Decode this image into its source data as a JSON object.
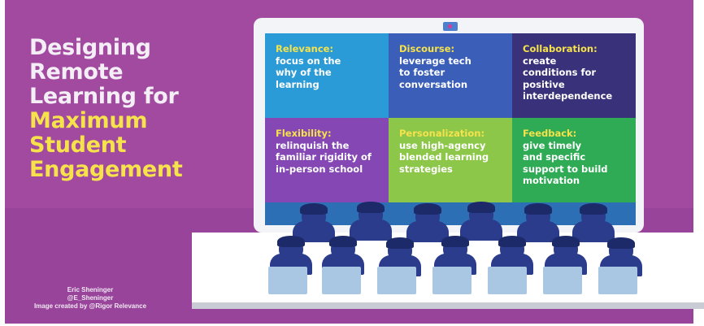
{
  "title_lines": {
    "line1": "Designing",
    "line2": "Remote",
    "line3": "Learning for",
    "line4": "Maximum",
    "line5": "Student",
    "line6": "Engagement"
  },
  "credits": {
    "author": "Eric Sheninger",
    "handle": "@E_Sheninger",
    "image_credit": "Image created by @Rigor Relevance"
  },
  "tiles": [
    {
      "head": "Relevance:",
      "body": "focus on the\nwhy of the\nlearning",
      "color": "#2a9bd6"
    },
    {
      "head": "Discourse:",
      "body": "leverage tech\nto foster\nconversation",
      "color": "#3b5fb8"
    },
    {
      "head": "Collaboration:",
      "body": "create\nconditions for\npositive\ninterdependence",
      "color": "#39327a"
    },
    {
      "head": "Flexibility:",
      "body": "relinquish the\nfamiliar rigidity of\nin-person school",
      "color": "#8547b4"
    },
    {
      "head": "Personalization:",
      "body": "use high-agency\nblended learning\nstrategies",
      "color": "#8cc74a"
    },
    {
      "head": "Feedback:",
      "body": "give timely\nand specific\nsupport to build\nmotivation",
      "color": "#2faa55"
    }
  ],
  "colors": {
    "background": "#a24aa0",
    "title_white": "#f4eef6",
    "title_yellow": "#f6e24a",
    "student": "#2c3c8c",
    "desk": "#a9c6e3"
  },
  "icons": [
    "webcam-icon",
    "student-icon",
    "desk-icon"
  ]
}
